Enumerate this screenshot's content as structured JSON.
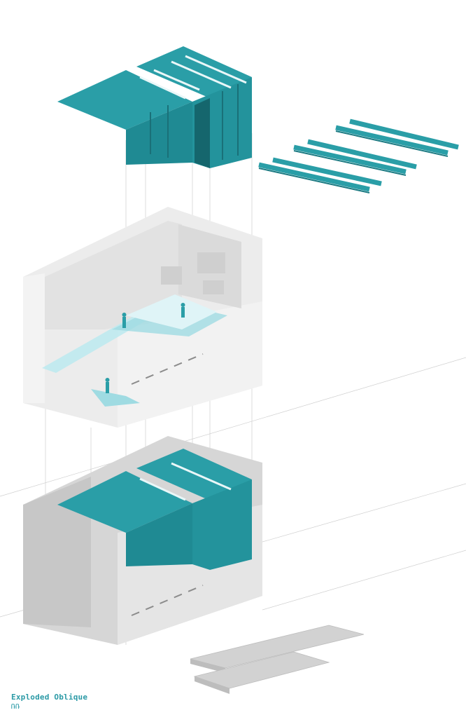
{
  "caption": {
    "title": "Exploded Oblique",
    "mark": "ՌՌ"
  },
  "colors": {
    "teal": "#2a9ea7",
    "teal_dark": "#1f7f87",
    "teal_light": "#9fdbe2",
    "grey_light": "#ececec",
    "grey_mid": "#d6d6d6",
    "grey_dark": "#bdbdbd",
    "line": "#c8c8c8"
  },
  "layers": [
    "ceiling-fins",
    "loose-battens",
    "interior-room-with-walkway",
    "room-with-fins",
    "base-slabs"
  ],
  "figures": [
    "person-upper-left",
    "person-upper-right",
    "person-lower"
  ]
}
